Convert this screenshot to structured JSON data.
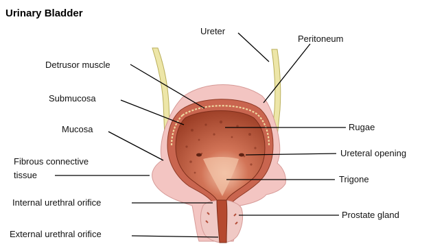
{
  "title": "Urinary Bladder",
  "labels": {
    "ureter": "Ureter",
    "peritoneum": "Peritoneum",
    "detrusor": "Detrusor muscle",
    "submucosa": "Submucosa",
    "mucosa": "Mucosa",
    "fibrous_1": "Fibrous connective",
    "fibrous_2": "tissue",
    "internal_orifice": "Internal urethral orifice",
    "external_orifice": "External urethral orifice",
    "rugae": "Rugae",
    "ureteral_opening": "Ureteral opening",
    "trigone": "Trigone",
    "prostate": "Prostate gland"
  },
  "colors": {
    "ureter": "#ede6a8",
    "peritoneum": "#f3c5c2",
    "muscle_wall": "#c9654f",
    "submucosa_line": "#f0d8a0",
    "lumen": "#b5492f",
    "lumen_dark": "#8e3520",
    "trigone_light": "#f2c2a6",
    "prostate": "#f0c9c5"
  }
}
